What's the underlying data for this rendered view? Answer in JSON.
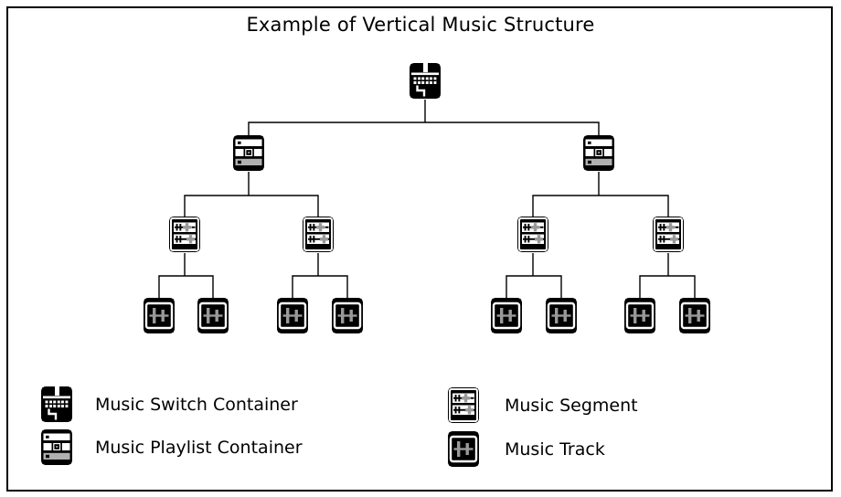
{
  "title": "Example of Vertical Music Structure",
  "legend": {
    "items": [
      {
        "icon": "music-switch-container-icon",
        "label": "Music Switch Container"
      },
      {
        "icon": "music-playlist-container-icon",
        "label": "Music Playlist Container"
      },
      {
        "icon": "music-segment-icon",
        "label": "Music Segment"
      },
      {
        "icon": "music-track-icon",
        "label": "Music Track"
      }
    ]
  },
  "diagram": {
    "type": "tree",
    "root": {
      "type": "Music Switch Container",
      "children": [
        {
          "type": "Music Playlist Container",
          "children": [
            {
              "type": "Music Segment",
              "children": [
                {
                  "type": "Music Track"
                },
                {
                  "type": "Music Track"
                }
              ]
            },
            {
              "type": "Music Segment",
              "children": [
                {
                  "type": "Music Track"
                },
                {
                  "type": "Music Track"
                }
              ]
            }
          ]
        },
        {
          "type": "Music Playlist Container",
          "children": [
            {
              "type": "Music Segment",
              "children": [
                {
                  "type": "Music Track"
                },
                {
                  "type": "Music Track"
                }
              ]
            },
            {
              "type": "Music Segment",
              "children": [
                {
                  "type": "Music Track"
                },
                {
                  "type": "Music Track"
                }
              ]
            }
          ]
        }
      ]
    },
    "node_counts": {
      "music_switch_container": 1,
      "music_playlist_container": 2,
      "music_segment": 4,
      "music_track": 8
    }
  },
  "colors": {
    "background": "#ffffff",
    "border": "#000000",
    "connector_line": "#000000",
    "icon_black": "#000000",
    "icon_white": "#ffffff",
    "icon_gray": "#999999",
    "icon_silver": "#b0b0b0",
    "icon_shadow": "#777777"
  }
}
